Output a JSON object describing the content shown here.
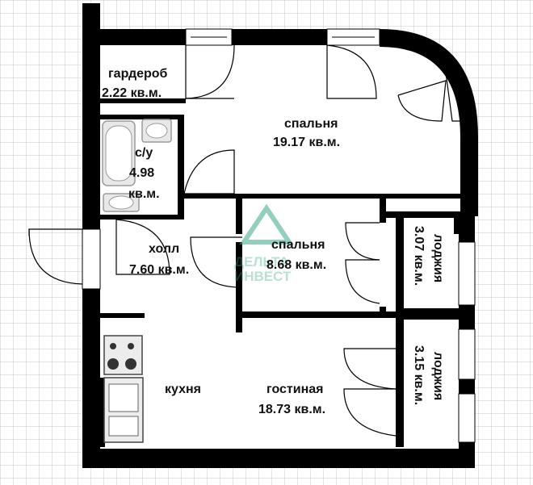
{
  "rooms": {
    "wardrobe": {
      "name": "гардероб",
      "area": "2.22 кв.м."
    },
    "bedroom_main": {
      "name": "спальня",
      "area": "19.17 кв.м."
    },
    "bathroom": {
      "name": "с/у",
      "area_value": "4.98",
      "area_unit": "кв.м."
    },
    "hall": {
      "name": "холл",
      "area": "7.60 кв.м."
    },
    "bedroom_small": {
      "name": "спальня",
      "area": "8.68 кв.м."
    },
    "loggia_top": {
      "name": "лоджия",
      "area": "3.07 кв.м."
    },
    "loggia_bottom": {
      "name": "лоджия",
      "area": "3.15 кв.м."
    },
    "kitchen": {
      "name": "кухня"
    },
    "living": {
      "name": "гостиная",
      "area": "18.73 кв.м."
    }
  },
  "watermark": {
    "line1": "ДЕЛЬТА",
    "line2": "ИНВЕСТ"
  },
  "colors": {
    "wall": "#000000",
    "grid": "#c8c8c8",
    "watermark": "#3aa889",
    "fixture": "#9a9a9a"
  },
  "icons": [
    "bathtub-icon",
    "sink-icon",
    "toilet-icon",
    "stove-icon",
    "kitchen-sink-icon",
    "watermark-logo-icon"
  ]
}
